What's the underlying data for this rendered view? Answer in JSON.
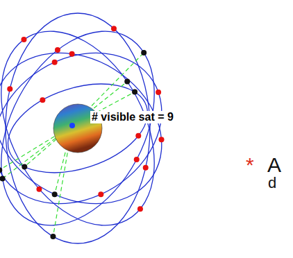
{
  "diagram": {
    "labels": [
      "# visible sat = 9",
      "*",
      "A",
      "d"
    ]
  }
}
